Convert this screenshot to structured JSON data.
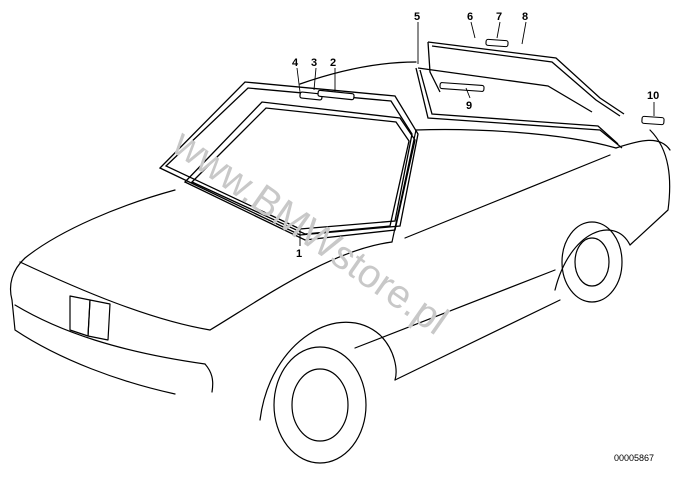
{
  "watermark": "www.BMWstore.pl",
  "diagram_code": "00005867",
  "labels": [
    {
      "id": "1",
      "text": "1"
    },
    {
      "id": "2",
      "text": "2"
    },
    {
      "id": "3",
      "text": "3"
    },
    {
      "id": "4",
      "text": "4"
    },
    {
      "id": "5",
      "text": "5"
    },
    {
      "id": "6",
      "text": "6"
    },
    {
      "id": "7",
      "text": "7"
    },
    {
      "id": "8",
      "text": "8"
    },
    {
      "id": "9",
      "text": "9"
    },
    {
      "id": "10",
      "text": "10"
    }
  ]
}
